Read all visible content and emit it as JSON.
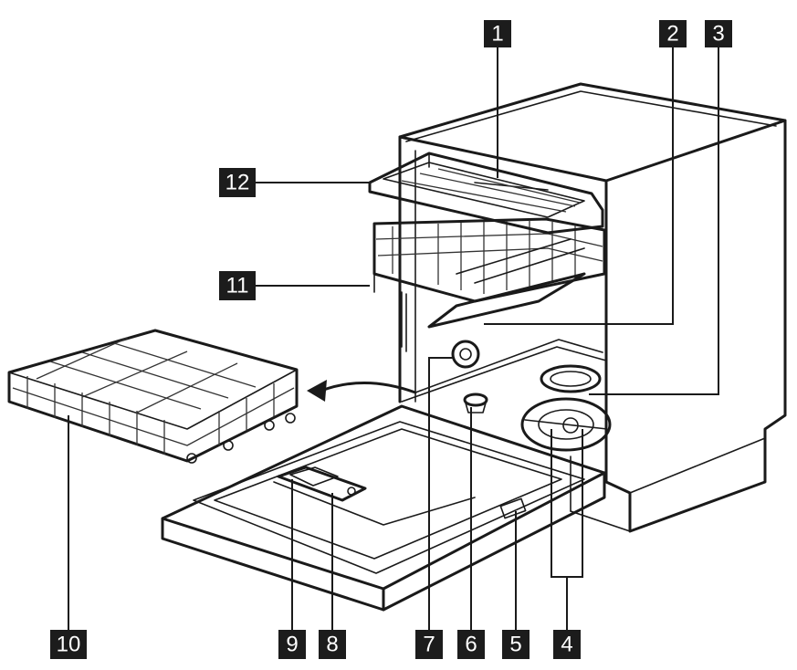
{
  "labels": {
    "1": "1",
    "2": "2",
    "3": "3",
    "4": "4",
    "5": "5",
    "6": "6",
    "7": "7",
    "8": "8",
    "9": "9",
    "10": "10",
    "11": "11",
    "12": "12"
  },
  "colors": {
    "line": "#1a1a1a",
    "tag_background": "#1c1c1c",
    "tag_text": "#ffffff"
  }
}
